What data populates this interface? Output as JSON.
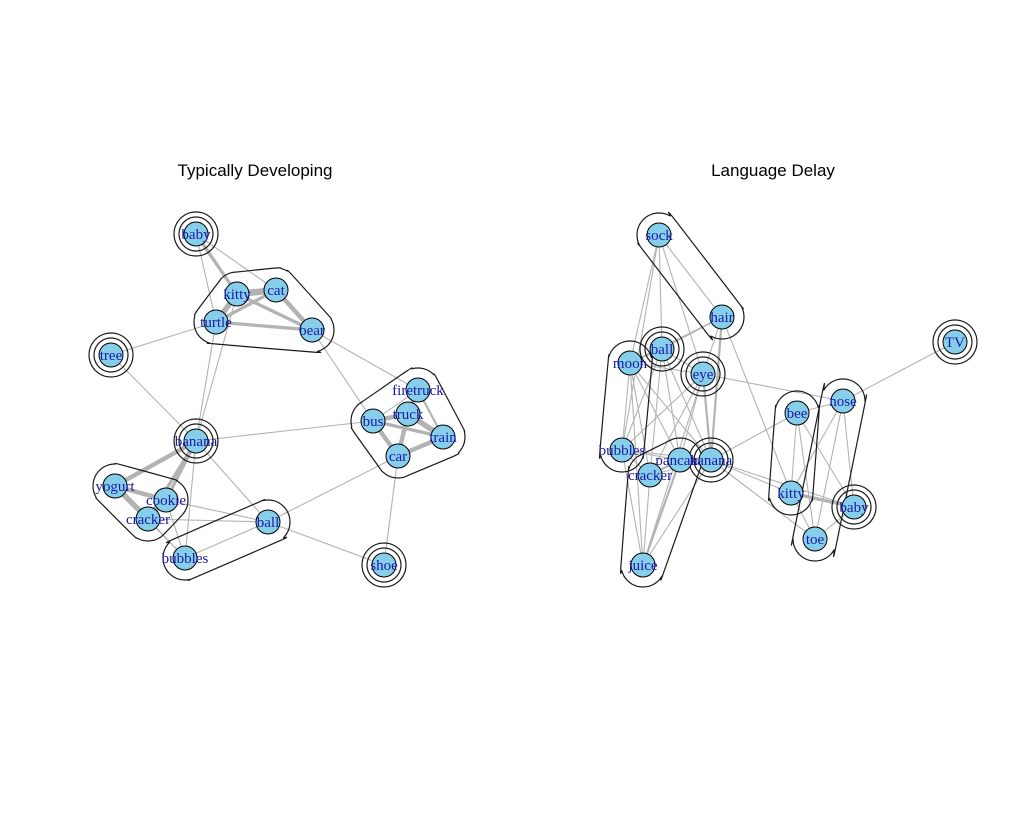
{
  "figure": {
    "panels": [
      {
        "id": "td",
        "title": "Typically Developing",
        "nodes": [
          {
            "id": "baby",
            "label": "baby"
          },
          {
            "id": "kitty",
            "label": "kitty"
          },
          {
            "id": "cat",
            "label": "cat"
          },
          {
            "id": "turtle",
            "label": "turtle"
          },
          {
            "id": "bear",
            "label": "bear"
          },
          {
            "id": "tree",
            "label": "tree"
          },
          {
            "id": "firetruck",
            "label": "firetruck"
          },
          {
            "id": "bus",
            "label": "bus"
          },
          {
            "id": "truck",
            "label": "truck"
          },
          {
            "id": "train",
            "label": "train"
          },
          {
            "id": "car",
            "label": "car"
          },
          {
            "id": "banana",
            "label": "banana"
          },
          {
            "id": "yogurt",
            "label": "yogurt"
          },
          {
            "id": "cookie",
            "label": "cookie"
          },
          {
            "id": "cracker",
            "label": "cracker"
          },
          {
            "id": "ball",
            "label": "ball"
          },
          {
            "id": "bubbles",
            "label": "bubbles"
          },
          {
            "id": "shoe",
            "label": "shoe"
          }
        ],
        "clusters": [
          [
            "baby"
          ],
          [
            "kitty",
            "cat",
            "turtle",
            "bear"
          ],
          [
            "tree"
          ],
          [
            "firetruck",
            "bus",
            "truck",
            "train",
            "car"
          ],
          [
            "banana"
          ],
          [
            "yogurt",
            "cookie",
            "cracker"
          ],
          [
            "ball",
            "bubbles"
          ],
          [
            "shoe"
          ]
        ]
      },
      {
        "id": "ld",
        "title": "Language Delay",
        "nodes": [
          {
            "id": "sock",
            "label": "sock"
          },
          {
            "id": "hair",
            "label": "hair"
          },
          {
            "id": "tv",
            "label": "TV"
          },
          {
            "id": "ball",
            "label": "ball"
          },
          {
            "id": "moon",
            "label": "moon"
          },
          {
            "id": "eye",
            "label": "eye"
          },
          {
            "id": "bee",
            "label": "bee"
          },
          {
            "id": "nose",
            "label": "nose"
          },
          {
            "id": "bubbles",
            "label": "bubbles"
          },
          {
            "id": "pancake",
            "label": "pancake"
          },
          {
            "id": "banana",
            "label": "banana"
          },
          {
            "id": "cracker",
            "label": "cracker"
          },
          {
            "id": "kitty",
            "label": "kitty"
          },
          {
            "id": "baby",
            "label": "baby"
          },
          {
            "id": "toe",
            "label": "toe"
          },
          {
            "id": "juice",
            "label": "juice"
          }
        ],
        "clusters": [
          [
            "sock",
            "hair"
          ],
          [
            "tv"
          ],
          [
            "ball"
          ],
          [
            "moon",
            "bubbles"
          ],
          [
            "eye"
          ],
          [
            "bee",
            "kitty"
          ],
          [
            "nose",
            "toe"
          ],
          [
            "baby"
          ],
          [
            "banana"
          ],
          [
            "pancake",
            "cracker",
            "juice"
          ]
        ]
      }
    ]
  },
  "colors": {
    "node_fill": "#87ceeb",
    "node_stroke": "#000000",
    "label": "#1a1aa6",
    "edge": "#b3b3b3",
    "hull": "#1a1a1a"
  }
}
